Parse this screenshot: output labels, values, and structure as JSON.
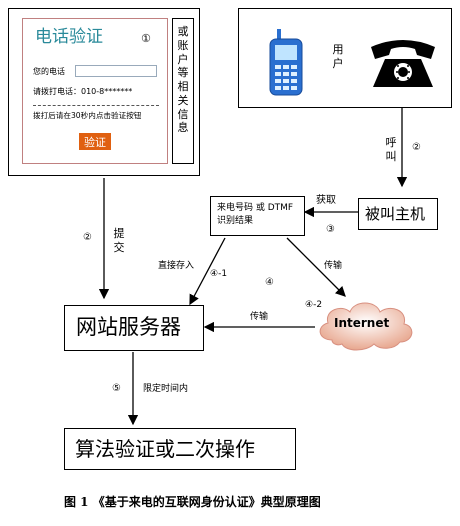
{
  "phone_panel": {
    "title": "电话验证",
    "label_phone": "您的电话",
    "input_value": "",
    "dial_line": "请拨打电话：010-8*******",
    "instruction": "拨打后请在30秒内点击验证按钮",
    "verify_button": "验证",
    "step": "①"
  },
  "side_info": "或账户等相关信息",
  "user_panel": {
    "label": "用户"
  },
  "nodes": {
    "called_host": "被叫主机",
    "caller_result": "来电号码 或 DTMF 识别结果",
    "website_server": "网站服务器",
    "internet": "Internet",
    "algorithm": "算法验证或二次操作"
  },
  "edges": {
    "call_num": "②",
    "call_label": "呼叫",
    "submit_num": "②",
    "submit_label": "提交",
    "get_label": "获取",
    "get_num": "③",
    "direct_label": "直接存入",
    "direct_num": "④-1",
    "mid_num": "④",
    "transfer_label1": "传输",
    "transfer_num2": "④-2",
    "transfer_label2": "传输",
    "limit_num": "⑤",
    "limit_label": "限定时间内"
  },
  "caption": "图 1 《基于来电的互联网身份认证》典型原理图",
  "colors": {
    "panel_border": "#c08080",
    "title_teal": "#2a8a9a",
    "button_orange": "#e06010",
    "phone_blue": "#2a6fd0"
  }
}
